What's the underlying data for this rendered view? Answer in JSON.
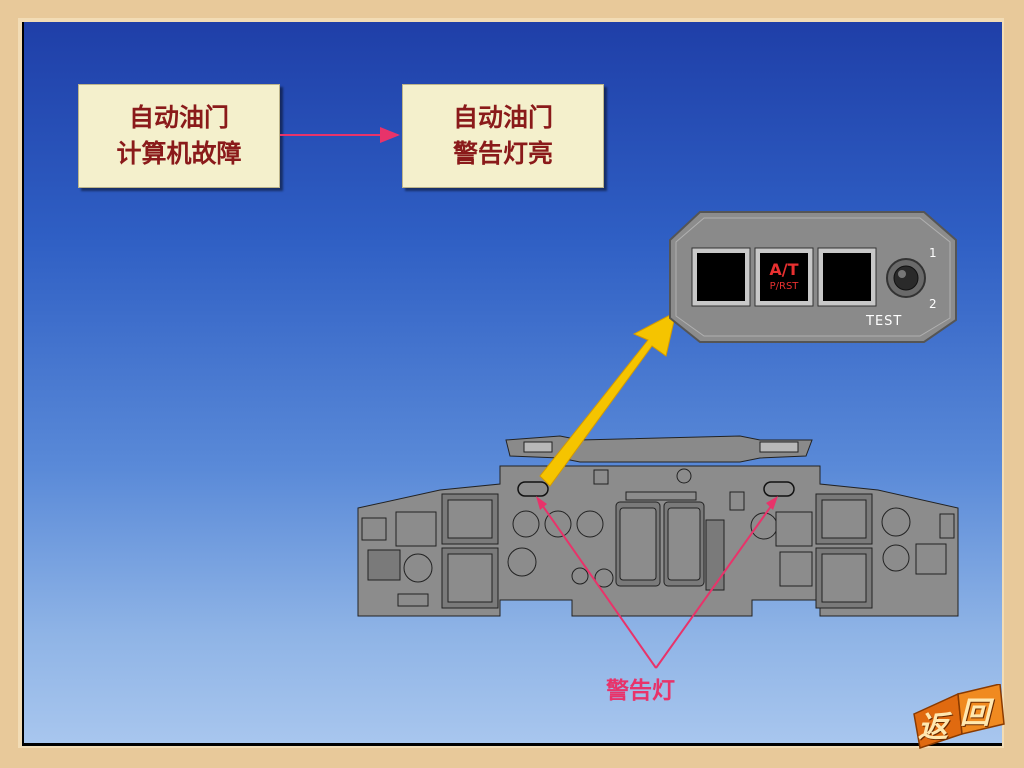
{
  "flow": {
    "source_box": {
      "line1": "自动油门",
      "line2": "计算机故障"
    },
    "target_box": {
      "line1": "自动油门",
      "line2": "警告灯亮"
    }
  },
  "panel": {
    "lamp_main": "A/T",
    "lamp_sub": "P/RST",
    "test_label": "TEST",
    "position_1": "1",
    "position_2": "2"
  },
  "warning_label": "警告灯",
  "nav": {
    "return_label_1": "返",
    "return_label_2": "回"
  },
  "colors": {
    "box_text": "#8a1a1a",
    "arrow_pink": "#e8336a",
    "arrow_yellow": "#f5c400",
    "lamp_red": "#e83030"
  }
}
